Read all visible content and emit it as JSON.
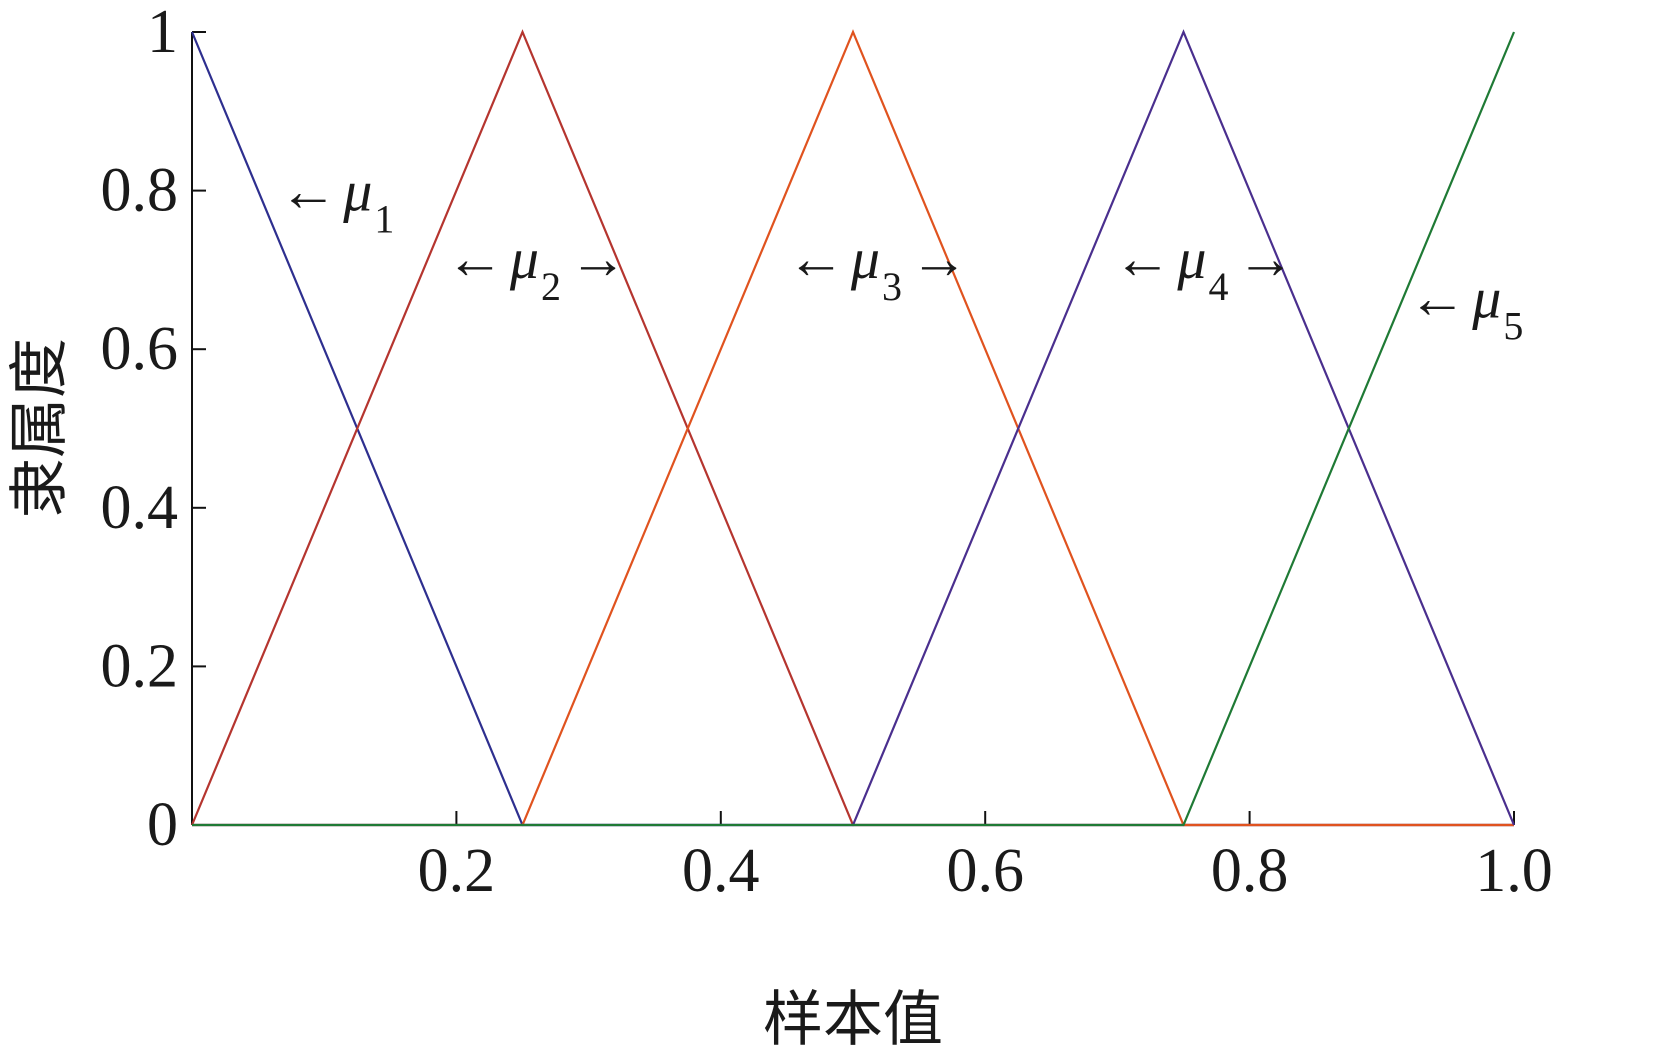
{
  "chart_data": {
    "type": "line",
    "title": "",
    "xlabel": "样本值",
    "ylabel": "隶属度",
    "xlim": [
      0,
      1.0
    ],
    "ylim": [
      0,
      1
    ],
    "x_ticks": [
      {
        "value": 0.2,
        "label": "0.2"
      },
      {
        "value": 0.4,
        "label": "0.4"
      },
      {
        "value": 0.6,
        "label": "0.6"
      },
      {
        "value": 0.8,
        "label": "0.8"
      },
      {
        "value": 1.0,
        "label": "1.0"
      }
    ],
    "y_ticks": [
      {
        "value": 0,
        "label": "0"
      },
      {
        "value": 0.2,
        "label": "0.2"
      },
      {
        "value": 0.4,
        "label": "0.4"
      },
      {
        "value": 0.6,
        "label": "0.6"
      },
      {
        "value": 0.8,
        "label": "0.8"
      },
      {
        "value": 1,
        "label": "1"
      }
    ],
    "grid": false,
    "series": [
      {
        "name": "μ1",
        "color": "#2e2f8f",
        "points": [
          [
            0,
            1
          ],
          [
            0.25,
            0
          ],
          [
            1.0,
            0
          ]
        ]
      },
      {
        "name": "μ2",
        "color": "#b5352f",
        "points": [
          [
            0,
            0
          ],
          [
            0.25,
            1
          ],
          [
            0.5,
            0
          ],
          [
            1.0,
            0
          ]
        ]
      },
      {
        "name": "μ3",
        "color": "#e0531f",
        "points": [
          [
            0,
            0
          ],
          [
            0.25,
            0
          ],
          [
            0.5,
            1
          ],
          [
            0.75,
            0
          ],
          [
            1.0,
            0
          ]
        ]
      },
      {
        "name": "μ4",
        "color": "#4a2f8e",
        "points": [
          [
            0,
            0
          ],
          [
            0.5,
            0
          ],
          [
            0.75,
            1
          ],
          [
            1.0,
            0
          ]
        ]
      },
      {
        "name": "μ5",
        "color": "#1f7a35",
        "points": [
          [
            0,
            0
          ],
          [
            0.75,
            0
          ],
          [
            1.0,
            1
          ]
        ]
      }
    ],
    "annotations": [
      {
        "symbol": "μ",
        "subscript": "1",
        "left_arrow": "←",
        "right_arrow": "",
        "x": 0.066,
        "y": 0.775
      },
      {
        "symbol": "μ",
        "subscript": "2",
        "left_arrow": "←",
        "right_arrow": "→",
        "x": 0.192,
        "y": 0.69
      },
      {
        "symbol": "μ",
        "subscript": "3",
        "left_arrow": "←",
        "right_arrow": "→",
        "x": 0.45,
        "y": 0.69
      },
      {
        "symbol": "μ",
        "subscript": "4",
        "left_arrow": "←",
        "right_arrow": "→",
        "x": 0.697,
        "y": 0.69
      },
      {
        "symbol": "μ",
        "subscript": "5",
        "left_arrow": "←",
        "right_arrow": "",
        "x": 0.92,
        "y": 0.64
      }
    ]
  }
}
